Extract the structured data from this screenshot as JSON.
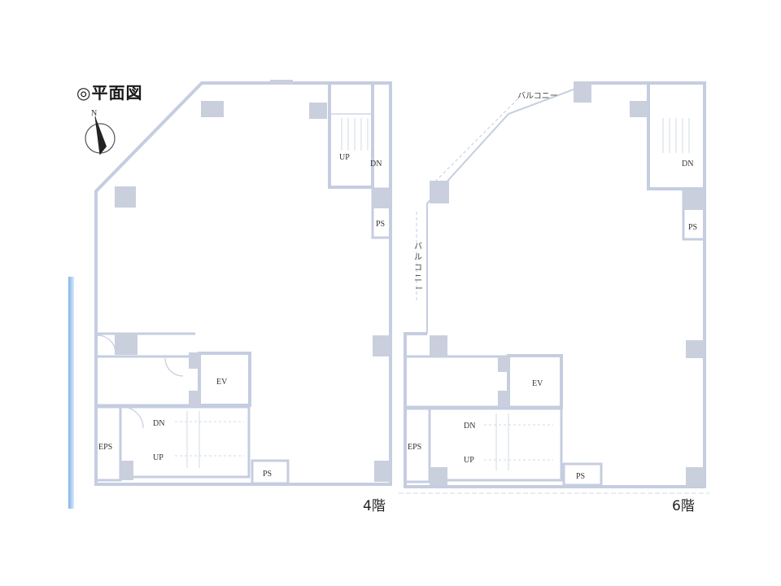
{
  "title": "◎平面図",
  "compass_letter": "N",
  "floors": [
    {
      "label": "4階",
      "rooms": {
        "up": "UP",
        "dn": "DN",
        "ps_top": "PS",
        "ev": "EV",
        "eps": "EPS",
        "stair_dn": "DN",
        "stair_up": "UP",
        "ps_bottom": "PS"
      }
    },
    {
      "label": "6階",
      "rooms": {
        "dn": "DN",
        "ps_top": "PS",
        "ev": "EV",
        "eps": "EPS",
        "stair_dn": "DN",
        "stair_up": "UP",
        "ps_bottom": "PS"
      },
      "balcony_top": "バルコニー",
      "balcony_side": [
        "バ",
        "ル",
        "コ",
        "ニ",
        "ー"
      ]
    }
  ],
  "colors": {
    "wall": "#c5cde0",
    "column": "#c9cfdc",
    "line": "#d2d8e6",
    "text": "#333333"
  }
}
